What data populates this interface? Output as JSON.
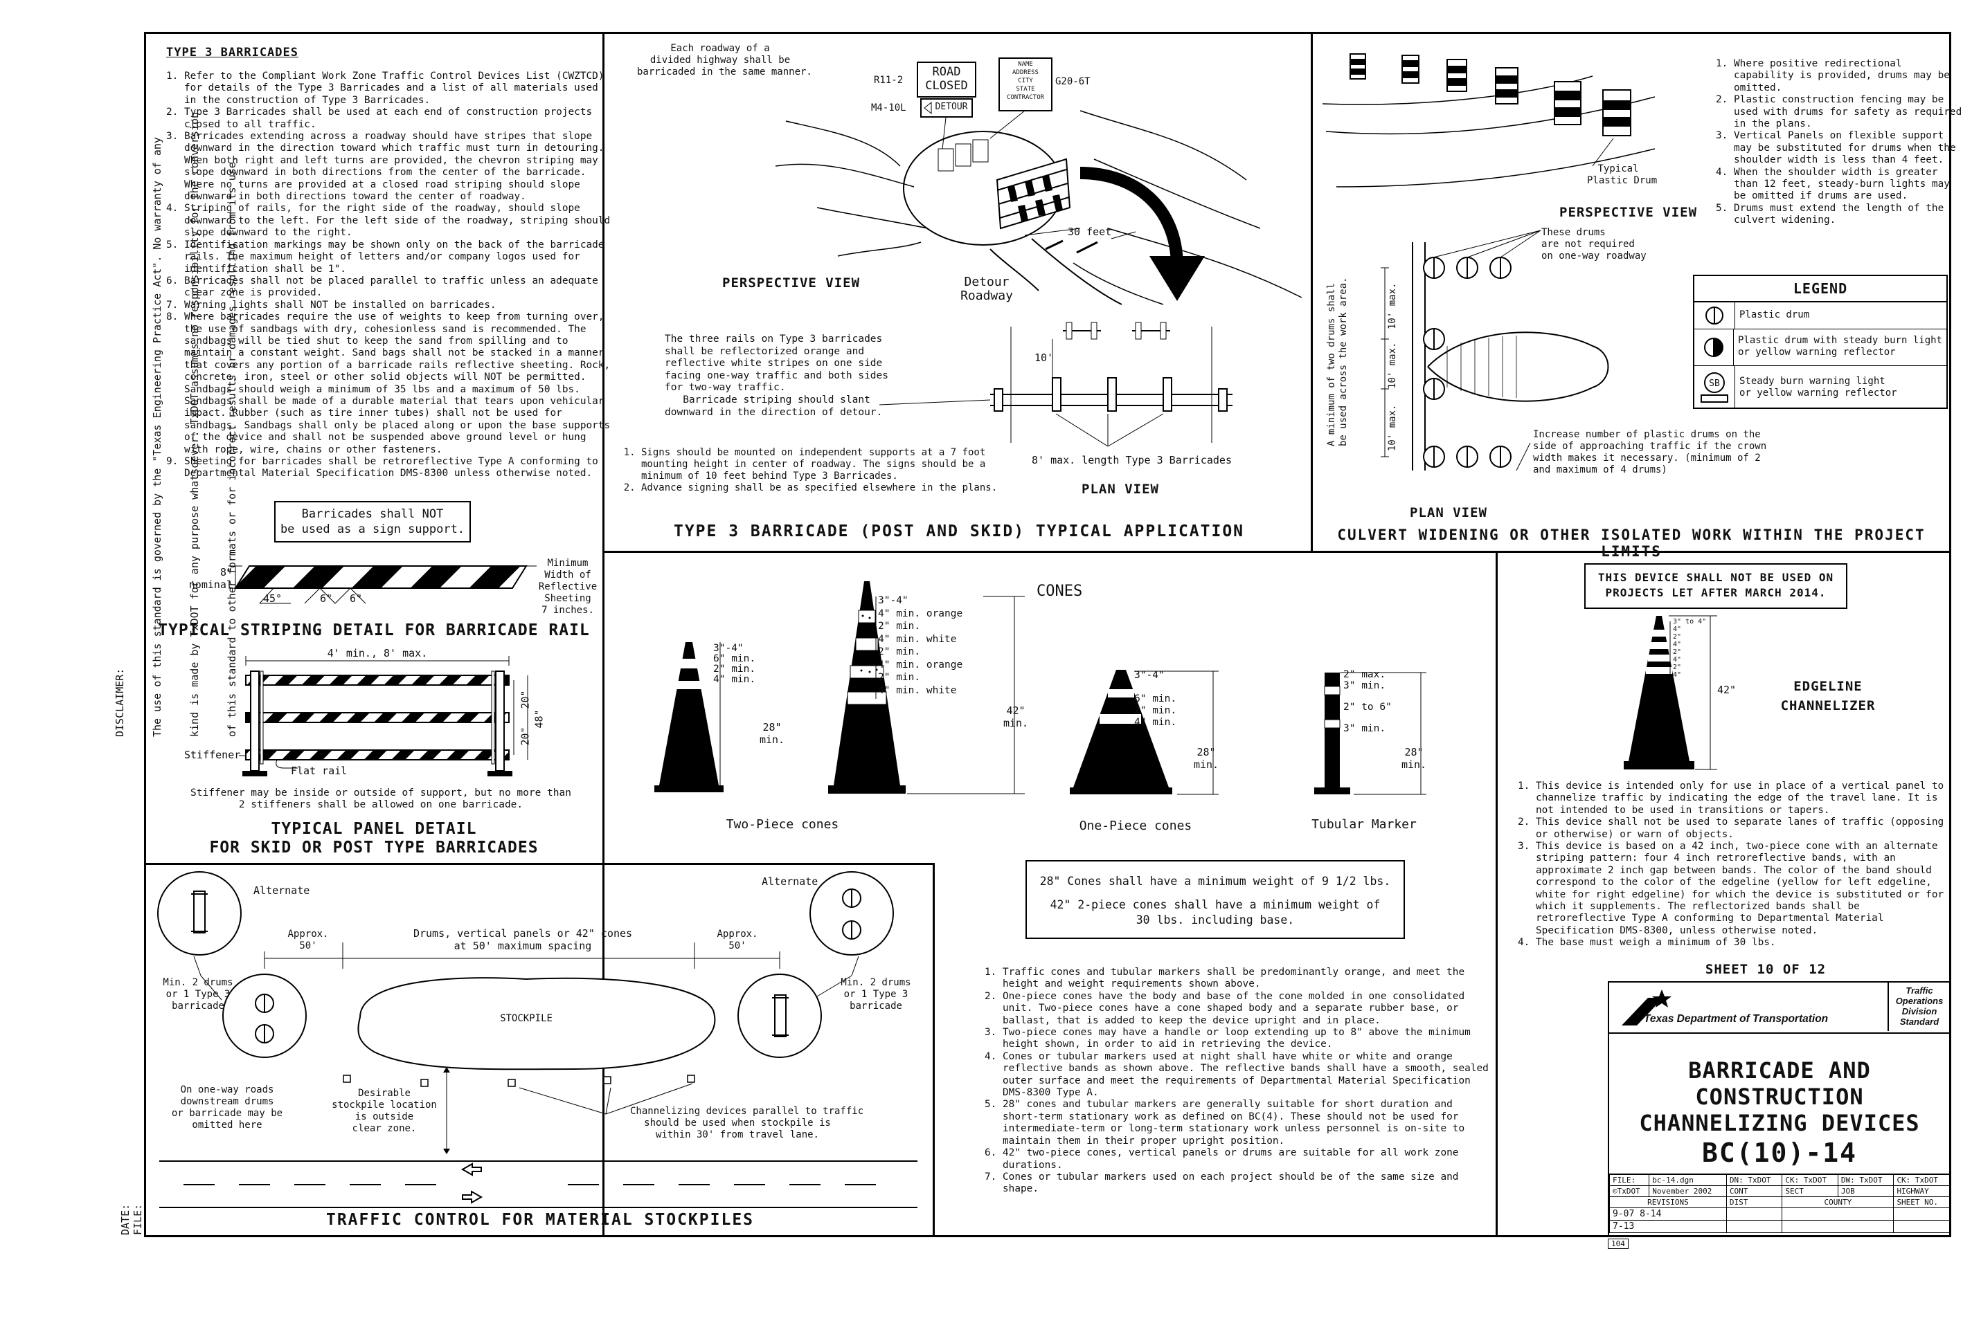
{
  "disclaimer": {
    "label": "DISCLAIMER:",
    "lines": [
      "The use of this standard is governed by the \"Texas Engineering Practice Act\". No warranty of any",
      "kind is made by TxDOT for any purpose whatsoever. TxDOT assumes no responsibility for the conversion",
      "of this standard to other formats or for incorrect results or damages resulting from its use."
    ]
  },
  "side_labels": {
    "date": "DATE:",
    "file": "FILE:"
  },
  "type3": {
    "title": "TYPE 3 BARRICADES",
    "notes": [
      "Refer to the Compliant Work Zone Traffic Control Devices List (CWZTCD) for details of the Type 3 Barricades and a list of all materials used in the construction of Type 3 Barricades.",
      "Type 3 Barricades shall be used at each end of construction projects closed to all traffic.",
      "Barricades extending across a roadway should have stripes that slope downward in the direction toward which traffic must turn in detouring. When both right and left turns are provided, the chevron striping may slope downward in both directions from the center of the barricade. Where no turns are provided at a closed road striping should slope downward in both directions toward the center of roadway.",
      "Striping of rails, for the right side of the roadway, should slope downward to the left. For the left side of the roadway, striping should slope downward to the right.",
      "Identification markings may be shown only on the back of the barricade rails. The maximum height of letters and/or company logos used for identification shall be 1\".",
      "Barricades shall not be placed parallel to traffic unless an adequate clear zone is provided.",
      "Warning lights shall NOT be installed on barricades.",
      "Where barricades require the use of weights to keep from turning over, the use of sandbags with dry, cohesionless sand is recommended. The sandbags will be tied shut to keep the sand from spilling and to maintain a constant weight. Sand bags shall not be stacked in a manner that covers any portion of a barricade rails reflective sheeting. Rock, concrete, iron, steel or other solid objects will NOT be permitted. Sandbags should weigh a minimum of 35 lbs and a maximum of 50 lbs. Sandbags shall be made of a durable material that tears upon vehicular impact. Rubber (such as tire inner tubes) shall not be used for sandbags. Sandbags shall only be placed along or upon the base supports of the device and shall not be suspended above ground level or hung with rope, wire, chains or other fasteners.",
      "Sheeting for barricades shall be retroreflective Type A conforming to Departmental Material Specification DMS-8300 unless otherwise noted."
    ],
    "box_line1": "Barricades shall NOT",
    "box_line2": "be used as a sign support.",
    "stripe_nominal_a": "8\"",
    "stripe_nominal_b": "nominal",
    "stripe_angle": "45°",
    "stripe_6a": "6\"",
    "stripe_6b": "6\"",
    "stripe_min": "Minimum\nWidth of\nReflective\nSheeting\n7 inches.",
    "striping_title": "TYPICAL STRIPING DETAIL FOR BARRICADE RAIL",
    "panel_dim": "4' min., 8' max.",
    "panel_20a": "20\"",
    "panel_20b": "20\"",
    "panel_48": "48\"",
    "stiffener": "Stiffener",
    "flat_rail": "Flat rail",
    "stiffener_note": "Stiffener may be inside or outside of support, but no more than\n2 stiffeners shall be allowed on one barricade.",
    "panel_title_1": "TYPICAL PANEL DETAIL",
    "panel_title_2": "FOR SKID OR POST TYPE BARRICADES"
  },
  "typical_app": {
    "divided_note": "Each roadway of a\ndivided highway shall be\nbarricaded in the same manner.",
    "sign_r11": "R11-2",
    "sign_road": "ROAD",
    "sign_closed": "CLOSED",
    "sign_m4": "M4-10L",
    "sign_detour": "DETOUR",
    "sign_contractor": "NAME\nADDRESS\nCITY\nSTATE\nCONTRACTOR",
    "sign_g20": "G20-6T",
    "dist_30": "30 feet",
    "perspective": "PERSPECTIVE VIEW",
    "detour_roadway": "Detour\nRoadway",
    "rails_note": "The three rails on Type 3 barricades\nshall be reflectorized orange and\nreflective white stripes on one side\nfacing one-way traffic and both sides\nfor two-way traffic.\n   Barricade striping should slant\ndownward in the direction of detour.",
    "dim_10": "10'",
    "length_note": "8' max. length Type 3 Barricades",
    "plan_view": "PLAN VIEW",
    "notes": [
      "Signs should be mounted on independent supports at a 7 foot mounting height in center of roadway. The signs should be a minimum of 10 feet behind Type 3 Barricades.",
      "Advance signing shall be as specified elsewhere in the plans."
    ],
    "title": "TYPE 3 BARRICADE (POST AND SKID) TYPICAL APPLICATION"
  },
  "culvert": {
    "notes": [
      "Where positive redirectional capability is provided, drums may be omitted.",
      "Plastic construction fencing may be used with drums for safety as required in the plans.",
      "Vertical Panels on flexible support may be substituted for drums when the shoulder width is less than 4 feet.",
      "When the shoulder width is greater than 12 feet, steady-burn lights may be omitted if drums are used.",
      "Drums must extend the length of the culvert widening."
    ],
    "typical_drum": "Typical\nPlastic Drum",
    "perspective": "PERSPECTIVE VIEW",
    "not_required": "These drums\nare not required\non one-way roadway",
    "min_two": "A minimum of two drums shall\nbe used across the work area.",
    "dim_10a": "10' max.",
    "dim_10b": "10' max.",
    "dim_10c": "10' max.",
    "increase_note": "Increase number of plastic drums on the\nside of approaching traffic if the crown\nwidth makes it necessary. (minimum of 2\nand maximum of 4 drums)",
    "plan_view": "PLAN VIEW",
    "title": "CULVERT WIDENING OR OTHER ISOLATED WORK WITHIN THE PROJECT LIMITS",
    "legend_title": "LEGEND",
    "legend": [
      {
        "icon": "plastic-drum-icon",
        "text": "Plastic drum"
      },
      {
        "icon": "plastic-drum-light-icon",
        "text": "Plastic drum with steady burn light\nor yellow warning reflector"
      },
      {
        "icon": "SB",
        "text": "Steady burn warning light\nor yellow warning reflector"
      }
    ]
  },
  "cones": {
    "title": "CONES",
    "tp_dims": "3\"-4\"\n6\" min.\n2\" min.\n4\" min.",
    "tp_28": "28\"\nmin.",
    "tp2_dims": "3\"-4\"\n4\" min. orange\n2\" min.\n4\" min. white\n2\" min.\n4\" min. orange\n2\" min.\n4\" min. white",
    "tp2_42": "42\"\nmin.",
    "two_piece": "Two-Piece cones",
    "op_dims": "3\"-4\"\n\n6\" min.\n2\" min.\n4\" min.",
    "op_28": "28\"\nmin.",
    "one_piece": "One-Piece cones",
    "tm_dims": "2\" max.\n3\" min.\n\n2\" to 6\"\n\n3\" min.",
    "tm_28": "28\"\nmin.",
    "tubular": "Tubular Marker",
    "weight_1": "28\" Cones shall have a minimum weight of 9 1/2 lbs.",
    "weight_2": "42\" 2-piece cones shall have a minimum weight of\n30 lbs. including base.",
    "notes": [
      "Traffic cones and tubular markers shall be predominantly orange, and meet the height and weight requirements shown above.",
      "One-piece cones have the body and base of the cone molded in one consolidated unit. Two-piece cones have a cone shaped body and a separate rubber base, or ballast, that is added to keep the device upright and in place.",
      "Two-piece cones may have a handle or loop extending up to 8\" above the minimum height shown, in order to aid in retrieving the device.",
      "Cones or tubular markers used at night shall have white or white and orange reflective bands as shown above. The reflective bands shall have a smooth, sealed outer surface and meet the requirements of Departmental Material Specification DMS-8300 Type A.",
      "28\" cones and tubular markers are generally suitable for short duration and short-term stationary work as defined on BC(4). These should not be used for intermediate-term or long-term stationary work unless personnel is on-site to maintain them in their proper upright position.",
      "42\" two-piece cones, vertical panels or drums are suitable for all work zone durations.",
      "Cones or tubular markers used on each project should be of the same size and shape."
    ]
  },
  "edgeline": {
    "warning": "THIS DEVICE SHALL NOT BE USED ON\nPROJECTS LET AFTER MARCH 2014.",
    "dims": "3\" to 4\"\n4\"\n2\"\n4\"\n2\"\n4\"\n2\"\n4\"",
    "dim_42": "42\"",
    "title": "EDGELINE\nCHANNELIZER",
    "notes": [
      "This device is intended only for use in place of a vertical panel to channelize traffic by indicating the edge of the travel lane. It is not intended to be used in transitions or tapers.",
      "This device shall not be used to separate lanes of traffic (opposing or otherwise) or warn of objects.",
      "This device is based on a 42 inch, two-piece cone with an alternate striping pattern: four 4 inch retroreflective bands, with an approximate 2 inch gap between bands. The color of the band should correspond to the color of the edgeline (yellow for left edgeline, white for right edgeline) for which the device is substituted or for which it supplements. The reflectorized bands shall be retroreflective Type A conforming to Departmental Material Specification DMS-8300, unless otherwise noted.",
      "The base must weigh a minimum of 30 lbs."
    ]
  },
  "stockpile": {
    "alternate_l": "Alternate",
    "alternate_r": "Alternate",
    "approx_l": "Approx.\n50'",
    "approx_r": "Approx.\n50'",
    "spacing": "Drums, vertical panels or 42\" cones\nat 50' maximum spacing",
    "min_l": "Min. 2 drums\nor 1 Type 3\nbarricade",
    "min_r": "Min. 2 drums\nor 1 Type 3\nbarricade",
    "stockpile": "STOCKPILE",
    "oneway": "On one-way roads\ndownstream drums\nor barricade may be\nomitted here",
    "desirable": "Desirable\nstockpile location\nis outside\nclear zone.",
    "channelizing": "Channelizing devices parallel to traffic\nshould be used when stockpile is\nwithin 30' from travel lane.",
    "title": "TRAFFIC CONTROL FOR MATERIAL STOCKPILES"
  },
  "title_block": {
    "sheet": "SHEET 10 OF 12",
    "agency": "Texas Department of Transportation",
    "division": "Traffic\nOperations\nDivision\nStandard",
    "title_1": "BARRICADE AND CONSTRUCTION",
    "title_2": "CHANNELIZING DEVICES",
    "code": "BC(10)-14",
    "file_label": "FILE:",
    "file_value": "bc-14.dgn",
    "dn": "DN: TxDOT",
    "ck1": "CK: TxDOT",
    "dw": "DW: TxDOT",
    "ck2": "CK: TxDOT",
    "copyright": "©TxDOT",
    "date": "November 2002",
    "cont": "CONT",
    "sect": "SECT",
    "job": "JOB",
    "highway": "HIGHWAY",
    "revisions": "REVISIONS",
    "rev_1": "9-07  8-14",
    "rev_2": "7-13",
    "dist": "DIST",
    "county": "COUNTY",
    "sheet_no": "SHEET NO.",
    "number": "104"
  }
}
